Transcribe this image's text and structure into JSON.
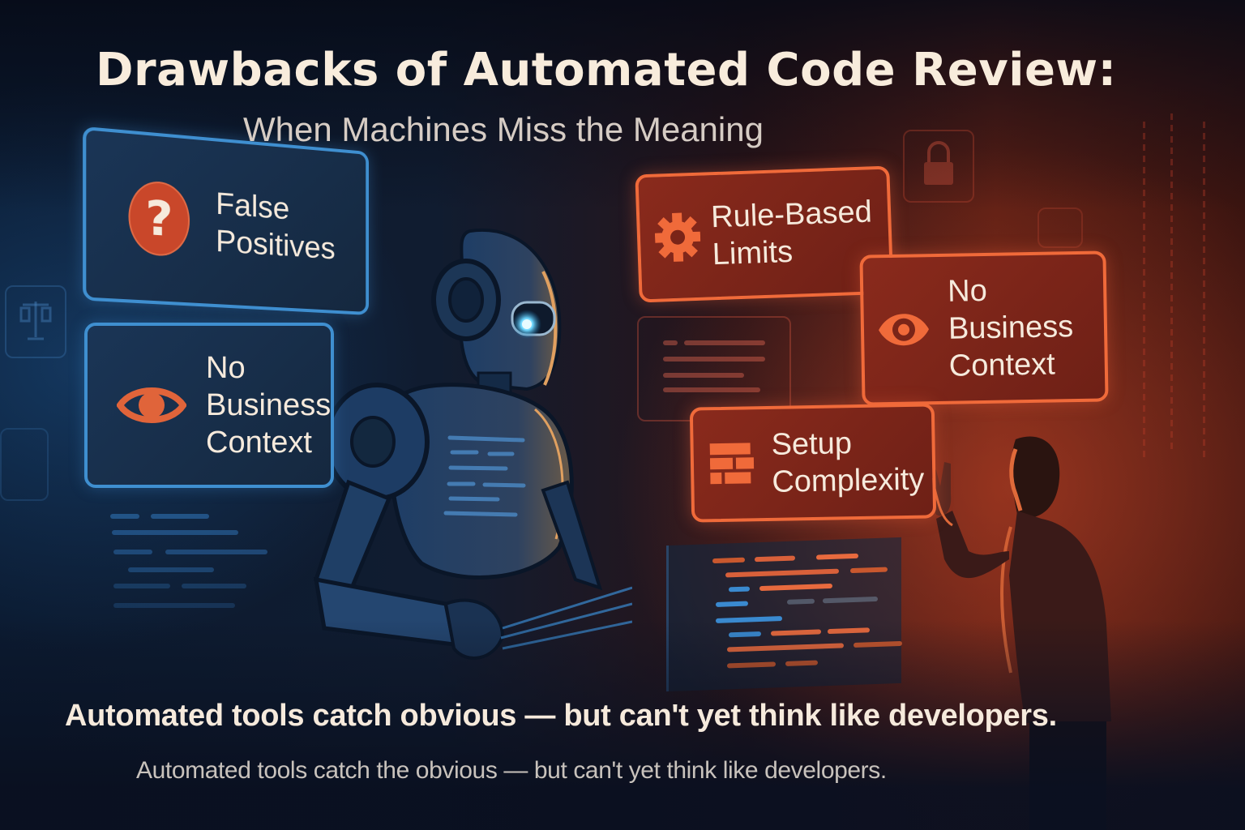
{
  "header": {
    "title": "Drawbacks of Automated Code Review:",
    "subtitle": "When Machines Miss the Meaning"
  },
  "cards": [
    {
      "id": "false-positives",
      "icon": "question-icon",
      "glyph": "?",
      "lines": [
        "False",
        "Positives"
      ],
      "theme": "blue"
    },
    {
      "id": "no-business-context-left",
      "icon": "eye-icon",
      "lines": [
        "No",
        "Business",
        "Context"
      ],
      "theme": "blue"
    },
    {
      "id": "rule-based-limits",
      "icon": "gear-icon",
      "lines": [
        "Rule-Based",
        "Limits"
      ],
      "theme": "red"
    },
    {
      "id": "no-business-context-right",
      "icon": "eye-icon",
      "lines": [
        "No",
        "Business",
        "Context"
      ],
      "theme": "red"
    },
    {
      "id": "setup-complexity",
      "icon": "bricks-icon",
      "lines": [
        "Setup",
        "Complexity"
      ],
      "theme": "red"
    }
  ],
  "illustration": {
    "left_figure": "robot",
    "right_figure": "developer",
    "background_icons": [
      "scales-icon",
      "lock-icon",
      "code-panel"
    ]
  },
  "footer": {
    "tagline": "Automated tools catch obvious — but can't yet think like developers.",
    "tagline_secondary": "Automated tools catch the obvious — but can't yet think like developers."
  },
  "colors": {
    "blue_accent": "#3f8fd0",
    "red_accent": "#f06a3a",
    "text_light": "#f6eadc",
    "robot_eye": "#6fd8ff"
  }
}
